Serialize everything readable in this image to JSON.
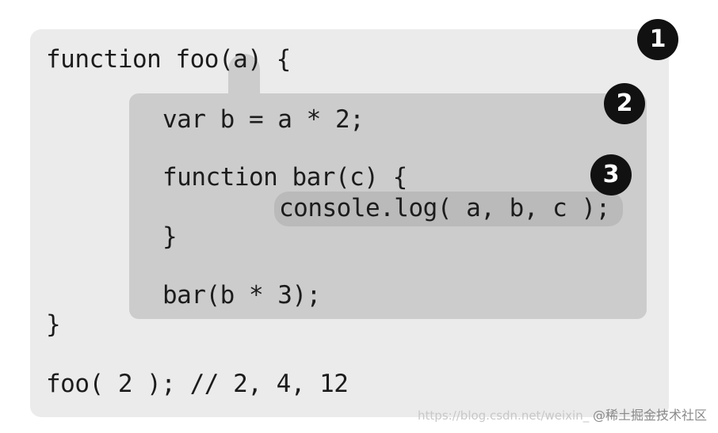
{
  "scopes": {
    "scope_1": {
      "badge": "1"
    },
    "scope_2": {
      "badge": "2"
    },
    "scope_3": {
      "badge": "3"
    }
  },
  "code": {
    "line_function_foo": "function foo(a) {",
    "line_var_b": "var b = a * 2;",
    "line_function_bar": "function bar(c) {",
    "line_console_log": "console.log( a, b, c );",
    "line_bar_close": "}",
    "line_bar_call": "bar(b * 3);",
    "line_foo_close": "}",
    "line_foo_call": "foo( 2 ); // 2, 4, 12"
  },
  "watermark": {
    "url": "https://blog.csdn.net/weixin_",
    "brand": "@稀土掘金技术社区"
  },
  "colors": {
    "scope_1_fill": "#ebebeb",
    "scope_2_fill": "#cccccc",
    "scope_3_fill": "#bababa",
    "badge_fill": "#111111",
    "text": "#1c1c1c"
  }
}
